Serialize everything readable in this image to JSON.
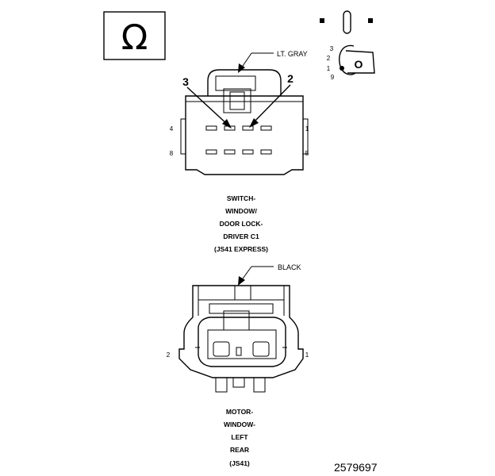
{
  "ohm_symbol": "Ω",
  "connector_1": {
    "callout": "LT. GRAY",
    "big_pins": [
      "3",
      "2"
    ],
    "side_pins": [
      "4",
      "1",
      "8",
      "5"
    ],
    "caption": [
      "SWITCH-",
      "WINDOW/",
      "DOOR LOCK-",
      "DRIVER C1",
      "(JS41 EXPRESS)"
    ]
  },
  "connector_2": {
    "callout": "BLACK",
    "side_pins": [
      "2",
      "1"
    ],
    "caption": [
      "MOTOR-",
      "WINDOW-",
      "LEFT",
      "REAR",
      "(JS41)"
    ]
  },
  "switch_icon": {
    "ignition_positions": [
      "3",
      "2",
      "1",
      "9"
    ],
    "key_letter": "O"
  },
  "figure_number": "2579697"
}
